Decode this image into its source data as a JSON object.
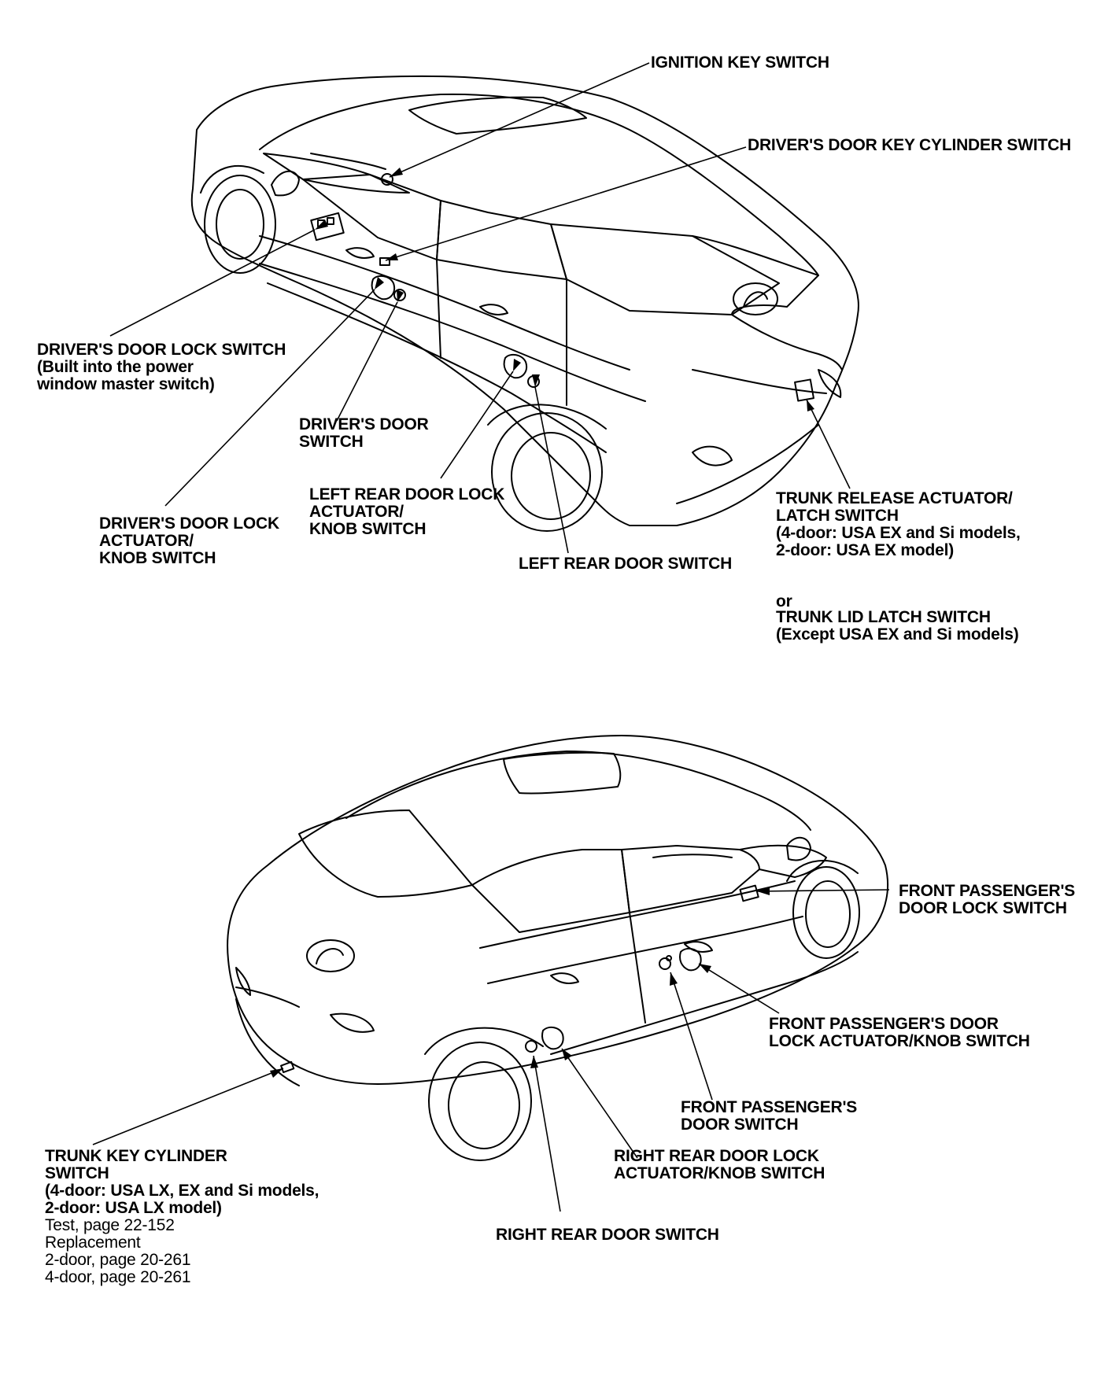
{
  "top_view": {
    "ignition_key_switch": "IGNITION KEY SWITCH",
    "drivers_door_key_cylinder_switch": "DRIVER'S DOOR KEY CYLINDER SWITCH",
    "drivers_door_lock_switch": [
      "DRIVER'S DOOR LOCK SWITCH",
      "(Built into the power",
      "window master switch)"
    ],
    "drivers_door_switch": [
      "DRIVER'S DOOR",
      "SWITCH"
    ],
    "drivers_door_lock_actuator": [
      "DRIVER'S DOOR LOCK",
      "ACTUATOR/",
      "KNOB SWITCH"
    ],
    "left_rear_door_lock_actuator": [
      "LEFT REAR DOOR LOCK",
      "ACTUATOR/",
      "KNOB SWITCH"
    ],
    "left_rear_door_switch": "LEFT REAR DOOR SWITCH",
    "trunk_release_actuator": [
      "TRUNK RELEASE ACTUATOR/",
      "LATCH SWITCH",
      "(4-door: USA EX and Si models,",
      "2-door: USA EX model)"
    ],
    "or_word": "or",
    "trunk_lid_latch_switch": [
      "TRUNK LID LATCH SWITCH",
      "(Except USA EX and Si models)"
    ]
  },
  "bottom_view": {
    "front_passengers_door_lock_switch": [
      "FRONT PASSENGER'S",
      "DOOR LOCK SWITCH"
    ],
    "front_passengers_door_lock_actuator": [
      "FRONT PASSENGER'S DOOR",
      "LOCK ACTUATOR/KNOB SWITCH"
    ],
    "front_passengers_door_switch": [
      "FRONT PASSENGER'S",
      "DOOR SWITCH"
    ],
    "right_rear_door_lock_actuator": [
      "RIGHT REAR DOOR LOCK",
      "ACTUATOR/KNOB SWITCH"
    ],
    "right_rear_door_switch": "RIGHT REAR DOOR SWITCH",
    "trunk_key_cylinder_switch": [
      "TRUNK KEY CYLINDER",
      "SWITCH",
      "(4-door: USA LX, EX and Si models,",
      "2-door: USA LX model)"
    ],
    "trunk_refs": [
      "Test, page 22-152",
      "Replacement",
      "2-door, page 20-261",
      "4-door, page 20-261"
    ]
  }
}
